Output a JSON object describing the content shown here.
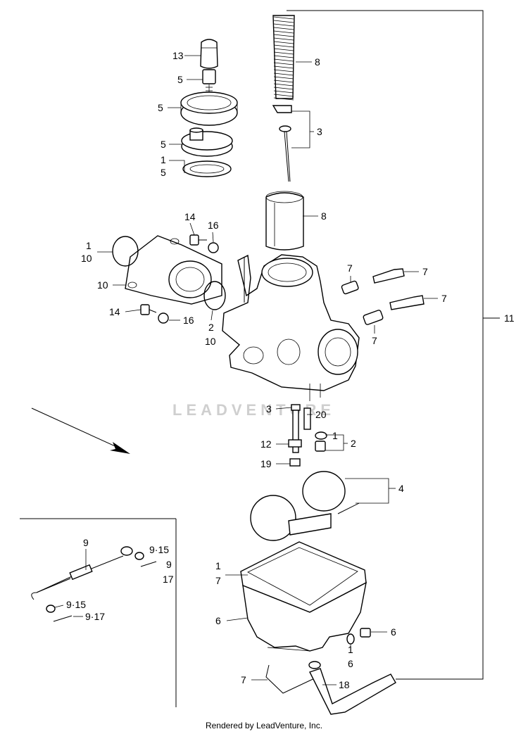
{
  "watermark": "LEADVENTURE",
  "footer": "Rendered by LeadVenture, Inc.",
  "callouts": {
    "c13": "13",
    "c5a": "5",
    "c5b": "5",
    "c5c": "5",
    "c1a": "1",
    "c5d": "5",
    "c8a": "8",
    "c3a": "3",
    "c8b": "8",
    "c14a": "14",
    "c16a": "16",
    "c1b": "1",
    "c10a": "10",
    "c10b": "10",
    "c14b": "14",
    "c16b": "16",
    "c2a": "2",
    "c10c": "10",
    "c7a": "7",
    "c7b": "7",
    "c7c": "7",
    "c7d": "7",
    "c11": "11",
    "c3b": "3",
    "c20": "20",
    "c1c": "1",
    "c2b": "2",
    "c12": "12",
    "c19": "19",
    "c4": "4",
    "c9a": "9",
    "c915a": "9·15",
    "c9b": "9",
    "c17": "17",
    "c915b": "9·15",
    "c917": "9·17",
    "c1d": "1",
    "c7e": "7",
    "c6a": "6",
    "c6b": "6",
    "c1e": "1",
    "c6c": "6",
    "c7f": "7",
    "c18": "18"
  }
}
